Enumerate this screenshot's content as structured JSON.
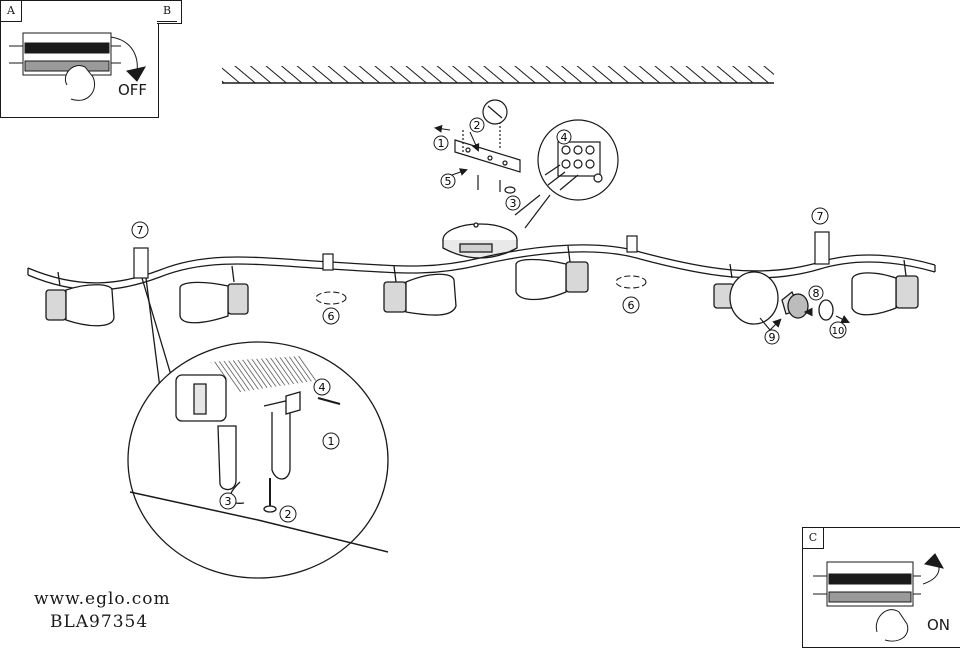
{
  "panels": {
    "a": {
      "tag": "A",
      "state_label": "OFF"
    },
    "b": {
      "tag": "B"
    },
    "c": {
      "tag": "C",
      "state_label": "ON"
    }
  },
  "footer": {
    "website": "www.eglo.com",
    "doc_code": "BLA97354"
  },
  "steps": [
    "1",
    "2",
    "3",
    "4",
    "5",
    "6",
    "7",
    "8",
    "9",
    "10"
  ]
}
